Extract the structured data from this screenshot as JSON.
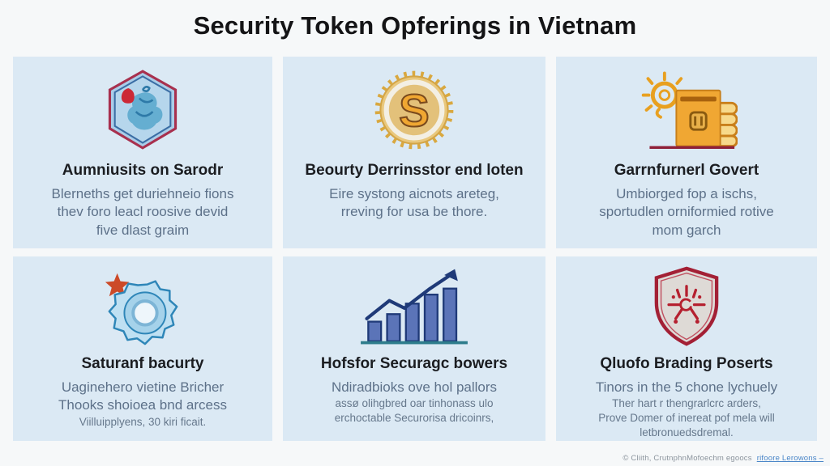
{
  "page": {
    "title": "Security Token Opferings in Vietnam"
  },
  "colors": {
    "page_bg": "#f6f8f9",
    "card_bg": "#dbe9f4",
    "heading_text": "#1b1d21",
    "desc_text": "#5d7189",
    "crimson_accent": "#a32035",
    "gold_accent": "#e8a020",
    "blue_accent": "#2e86b8",
    "bar_blue": "#5b74b8",
    "link_blue": "#4a86c8"
  },
  "cards": [
    {
      "icon": "hexagon-badge-icon",
      "title": "Aumniusits on Sarodr",
      "lines": [
        "Blerneths get duriehneio fions",
        "thev foro leacl roosive devid",
        "five dlast graim"
      ]
    },
    {
      "icon": "dollar-coin-icon",
      "title": "Beourty Derrinsstor end loten",
      "lines": [
        "Eire systong aicnots areteg,",
        "rreving for usa be thore."
      ]
    },
    {
      "icon": "wallet-coins-sun-icon",
      "title": "Garrnfurnerl Govert",
      "lines": [
        "Umbiorged fop a ischs,",
        "sportudlen orniformied rotive",
        "mom garch"
      ]
    },
    {
      "icon": "gear-star-icon",
      "title": "Saturanf bacurty",
      "lines": [
        "Uaginehero vietine Bricher",
        "Thooks shoioea bnd arcess"
      ],
      "small_lines": [
        "Viilluipplyens, 30 kiri ficait."
      ]
    },
    {
      "icon": "growth-bar-chart-icon",
      "title": "Hofsfor Securagc bowers",
      "lines": [
        "Ndiradbioks ove hol pallors"
      ],
      "small_lines": [
        "assø olihgbred oar tinhonass ulo",
        "erchoctable Securorisa dricoinrs,"
      ]
    },
    {
      "icon": "shield-emblem-icon",
      "title": "Qluofo Brading Poserts",
      "lines": [
        "Tinors in the 5 chone lychuely"
      ],
      "small_lines": [
        "Ther hart r thengrarlcrc arders,",
        "Prove Domer of inereat pof mela will",
        "letbronuedsdremal."
      ]
    }
  ],
  "footer": {
    "credit": "© Cliith, CrutnphnMofoechm egoocs",
    "link": "rifoore Lerowons –"
  }
}
